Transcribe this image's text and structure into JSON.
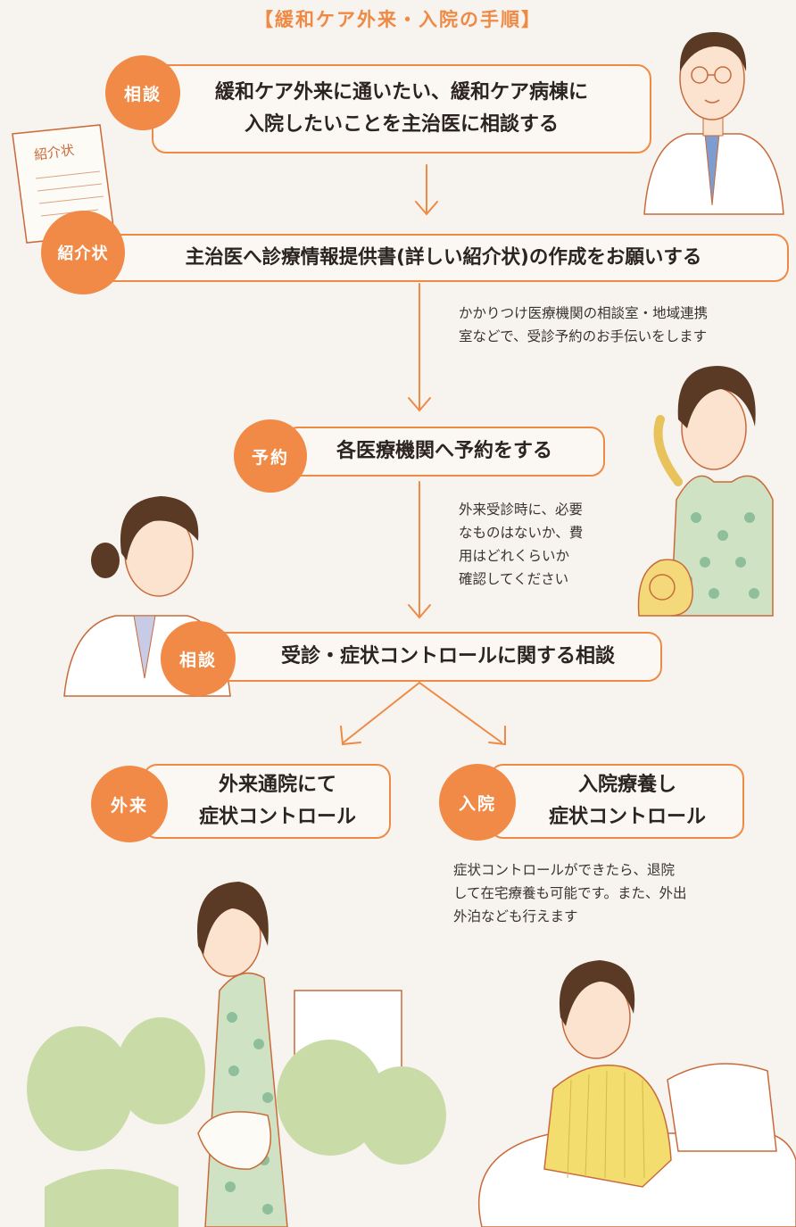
{
  "title": "【緩和ケア外来・入院の手順】",
  "steps": [
    {
      "badge": "相談",
      "line1": "緩和ケア外来に通いたい、緩和ケア病棟に",
      "line2": "入院したいことを主治医に相談する"
    },
    {
      "badge": "紹介状",
      "text": "主治医へ診療情報提供書(詳しい紹介状)の作成をお願いする"
    },
    {
      "badge": "予約",
      "text": "各医療機関へ予約をする"
    },
    {
      "badge": "相談",
      "text": "受診・症状コントロールに関する相談"
    }
  ],
  "branches": [
    {
      "badge": "外来",
      "line1": "外来通院にて",
      "line2": "症状コントロール"
    },
    {
      "badge": "入院",
      "line1": "入院療養し",
      "line2": "症状コントロール"
    }
  ],
  "notes": {
    "referral": [
      "かかりつけ医療機関の相談室・地域連携",
      "室などで、受診予約のお手伝いをします"
    ],
    "reservation": [
      "外来受診時に、必要",
      "なものはないか、費",
      "用はどれくらいか",
      "確認してください"
    ],
    "inpatient": [
      "症状コントロールができたら、退院",
      "して在宅療養も可能です。また、外出",
      "外泊なども行えます"
    ]
  },
  "document_label": "紹介状",
  "colors": {
    "accent": "#f08a46",
    "background": "#f7f3ee",
    "text": "#2b2420",
    "pattern_green": "#8fbf9a",
    "tree_green": "#c9dca8",
    "phone_yellow": "#f3d97a"
  }
}
